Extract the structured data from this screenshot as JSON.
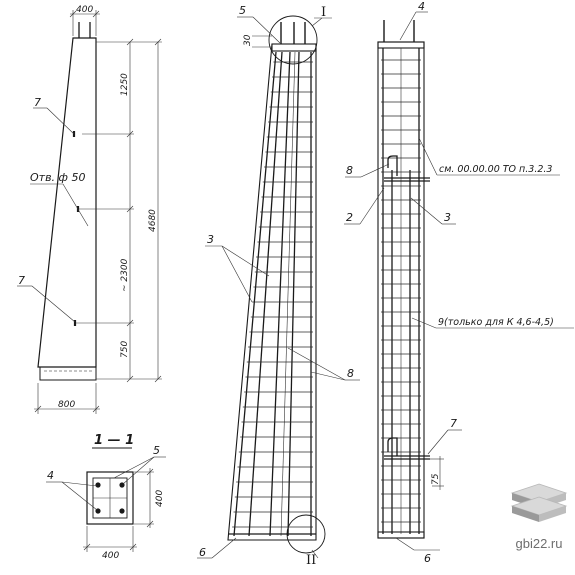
{
  "view1": {
    "dim_top_width": "400",
    "dim_bottom_width": "800",
    "dim_1250": "1250",
    "dim_total_height": "4680",
    "dim_2300": "~ 2300",
    "dim_750": "750",
    "hole_note": "Отв. ф 50",
    "callout_7_upper": "7",
    "callout_7_lower": "7"
  },
  "section": {
    "title": "1 — 1",
    "callout_4": "4",
    "callout_5": "5",
    "dim_width": "400",
    "dim_height": "400"
  },
  "view2": {
    "callout_5": "5",
    "detail_I": "I",
    "dim_30": "30",
    "callout_3": "3",
    "callout_8": "8",
    "callout_6": "6",
    "detail_II": "II"
  },
  "view3": {
    "callout_4": "4",
    "callout_8": "8",
    "reference_note": "см. 00.00.00 ТО п.3.2.3",
    "callout_2": "2",
    "callout_3": "3",
    "callout_9_note": "9(только для К 4,6-4,5)",
    "callout_7": "7",
    "dim_75": "75",
    "callout_6": "6"
  },
  "watermark": {
    "site": "gbi22.ru",
    "logo_icon": "stacked-slabs-icon"
  }
}
